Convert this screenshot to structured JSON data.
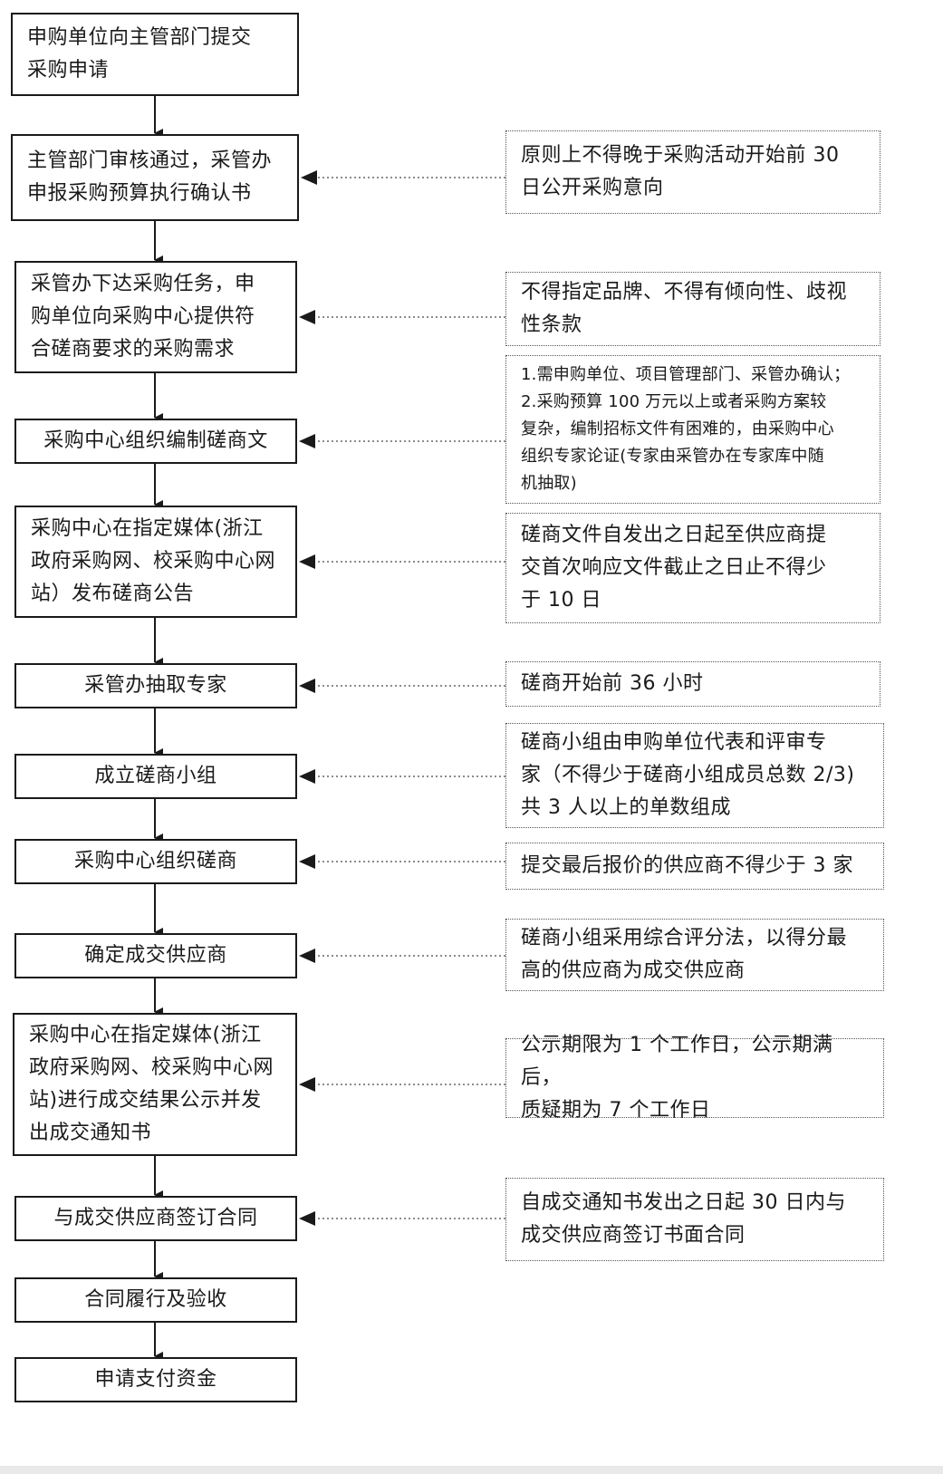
{
  "steps": [
    {
      "text": "申购单位向主管部门提交\n采购申请"
    },
    {
      "text": "主管部门审核通过，采管办\n申报采购预算执行确认书"
    },
    {
      "text": "采管办下达采购任务，申\n购单位向采购中心提供符\n合磋商要求的采购需求"
    },
    {
      "text": "采购中心组织编制磋商文"
    },
    {
      "text": "采购中心在指定媒体(浙江\n政府采购网、校采购中心网\n站）发布磋商公告"
    },
    {
      "text": "采管办抽取专家"
    },
    {
      "text": "成立磋商小组"
    },
    {
      "text": "采购中心组织磋商"
    },
    {
      "text": "确定成交供应商"
    },
    {
      "text": "采购中心在指定媒体(浙江\n政府采购网、校采购中心网\n站)进行成交结果公示并发\n出成交通知书"
    },
    {
      "text": "与成交供应商签订合同"
    },
    {
      "text": "合同履行及验收"
    },
    {
      "text": "申请支付资金"
    }
  ],
  "notes": [
    {
      "step": 1,
      "text": "原则上不得晚于采购活动开始前 30\n日公开采购意向"
    },
    {
      "step": 2,
      "text": "不得指定品牌、不得有倾向性、歧视\n性条款"
    },
    {
      "step": 3,
      "text": "1.需申购单位、项目管理部门、采管办确认；\n2.采购预算 100 万元以上或者采购方案较\n复杂，编制招标文件有困难的，由采购中心\n组织专家论证(专家由采管办在专家库中随\n机抽取)"
    },
    {
      "step": 4,
      "text": "磋商文件自发出之日起至供应商提\n交首次响应文件截止之日止不得少\n于 10 日"
    },
    {
      "step": 5,
      "text": "磋商开始前 36 小时"
    },
    {
      "step": 6,
      "text": "磋商小组由申购单位代表和评审专\n家（不得少于磋商小组成员总数 2/3)\n共 3 人以上的单数组成"
    },
    {
      "step": 7,
      "text": "提交最后报价的供应商不得少于 3 家"
    },
    {
      "step": 8,
      "text": "磋商小组采用综合评分法，以得分最\n高的供应商为成交供应商"
    },
    {
      "step": 9,
      "text": "公示期限为 1 个工作日，公示期满后，\n质疑期为 7 个工作日"
    },
    {
      "step": 10,
      "text": "自成交通知书发出之日起 30 日内与\n成交供应商签订书面合同"
    }
  ]
}
